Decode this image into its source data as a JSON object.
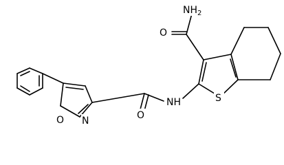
{
  "structure": {
    "atoms": {
      "nh2": "NH2",
      "carbonyl_o_top": "O",
      "amide_nh": "NH",
      "carbonyl_o_bottom": "O",
      "isoxazole_n": "N",
      "isoxazole_o": "O",
      "thiophene_s": "S"
    }
  },
  "colors": {
    "bond": "#000000",
    "text": "#000000",
    "background": "#ffffff"
  }
}
